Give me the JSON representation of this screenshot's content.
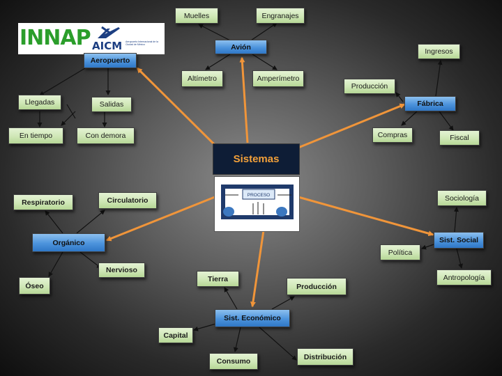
{
  "logos": {
    "innap": "INNAP",
    "aicm": "AICM",
    "aicm_sub": "Aeropuerto Internacional de la Ciudad de México"
  },
  "center": {
    "title": "Sistemas",
    "process_label": "PROCESO"
  },
  "nodes": {
    "aeropuerto": "Aeropuerto",
    "llegadas": "Llegadas",
    "salidas": "Salidas",
    "en_tiempo": "En tiempo",
    "con_demora": "Con demora",
    "avion": "Avión",
    "muelles": "Muelles",
    "engranajes": "Engranajes",
    "altimetro": "Altímetro",
    "amperimetro": "Amperímetro",
    "fabrica": "Fábrica",
    "ingresos": "Ingresos",
    "produccion_fabrica": "Producción",
    "compras": "Compras",
    "fiscal": "Fiscal",
    "organico": "Orgánico",
    "respiratorio": "Respiratorio",
    "circulatorio": "Circulatorio",
    "nervioso": "Nervioso",
    "oseo": "Óseo",
    "sist_social": "Sist. Social",
    "sociologia": "Sociología",
    "politica": "Política",
    "antropologia": "Antropología",
    "sist_economico": "Sist. Económico",
    "tierra": "Tierra",
    "produccion_econ": "Producción",
    "capital": "Capital",
    "consumo": "Consumo",
    "distribucion": "Distribución"
  },
  "colors": {
    "hub": "#4c93dc",
    "leaf": "#cfe7b6",
    "arrow_orange": "#f0953a",
    "center_bg": "#0e1d36",
    "center_text": "#f2a03a"
  }
}
